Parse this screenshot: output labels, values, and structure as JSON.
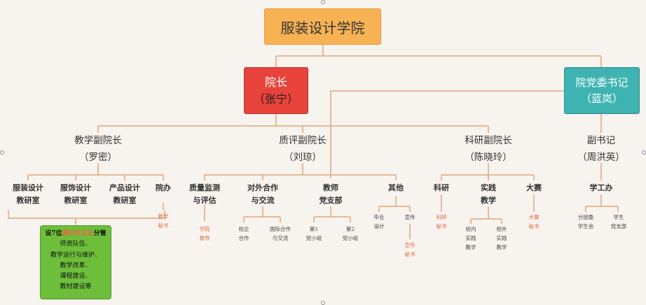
{
  "root": {
    "title": "服装设计学院"
  },
  "dean": {
    "title": "院长",
    "name": "（张宁）"
  },
  "party_secretary": {
    "title": "院党委书记",
    "name": "（蓝岚）"
  },
  "vice_deans": [
    {
      "title": "教学副院长",
      "name": "（罗密）"
    },
    {
      "title": "质评副院长",
      "name": "（刘琼）"
    },
    {
      "title": "科研副院长",
      "name": "（陈晓玲）"
    },
    {
      "title": "副书记",
      "name": "（周洪英）"
    }
  ],
  "teaching": {
    "units": [
      {
        "l1": "服装设计",
        "l2": "教研室"
      },
      {
        "l1": "服饰设计",
        "l2": "教研室"
      },
      {
        "l1": "产品设计",
        "l2": "教研室"
      },
      {
        "l1": "院办",
        "l2": ""
      }
    ],
    "office_sub": {
      "l1": "教学",
      "l2": "秘书"
    },
    "note": {
      "prefix": "设7位",
      "highlight": "教研室主任",
      "suffix": "分管",
      "lines": [
        "师资队伍、",
        "教学运行与维护、",
        "教学改革、",
        "课程建设、",
        "教材建设等"
      ]
    }
  },
  "quality": {
    "units": [
      {
        "l1": "质量监测",
        "l2": "与评估"
      },
      {
        "l1": "对外合作",
        "l2": "与交流"
      },
      {
        "l1": "教师",
        "l2": "党支部"
      },
      {
        "l1": "其他",
        "l2": ""
      }
    ],
    "monitor_sub": {
      "l1": "学院",
      "l2": "督导"
    },
    "coop_subs": [
      {
        "l1": "校企",
        "l2": "合作"
      },
      {
        "l1": "国际合作",
        "l2": "与交流"
      }
    ],
    "branch_subs": [
      {
        "l1": "第1",
        "l2": "党小组"
      },
      {
        "l1": "第2",
        "l2": "党小组"
      }
    ],
    "other_subs": [
      {
        "l1": "毕业",
        "l2": "设计"
      },
      {
        "l1": "宣传",
        "l2": ""
      }
    ],
    "publicity_sub": {
      "l1": "宣传",
      "l2": "秘书"
    }
  },
  "research": {
    "units": [
      {
        "l1": "科研",
        "l2": ""
      },
      {
        "l1": "实践",
        "l2": "教学"
      },
      {
        "l1": "大赛",
        "l2": ""
      }
    ],
    "research_sub": {
      "l1": "科研",
      "l2": "秘书"
    },
    "practice_subs": [
      {
        "l1": "校内",
        "l2": "实践",
        "l3": "教学"
      },
      {
        "l1": "校外",
        "l2": "实践",
        "l3": "教学"
      }
    ],
    "contest_sub": {
      "l1": "大赛",
      "l2": "秘书"
    }
  },
  "student": {
    "unit": {
      "l1": "学工办"
    },
    "subs": [
      {
        "l1": "分团委",
        "l2": "学生会"
      },
      {
        "l1": "学生",
        "l2": "党支部"
      }
    ]
  },
  "colors": {
    "root_fill": "#f7b253",
    "dean_fill": "#e8433a",
    "secretary_fill": "#3eb3b1",
    "note_fill": "#6dbf3b",
    "connector": "#e0a77a",
    "highlight_text": "#e06c3c"
  }
}
